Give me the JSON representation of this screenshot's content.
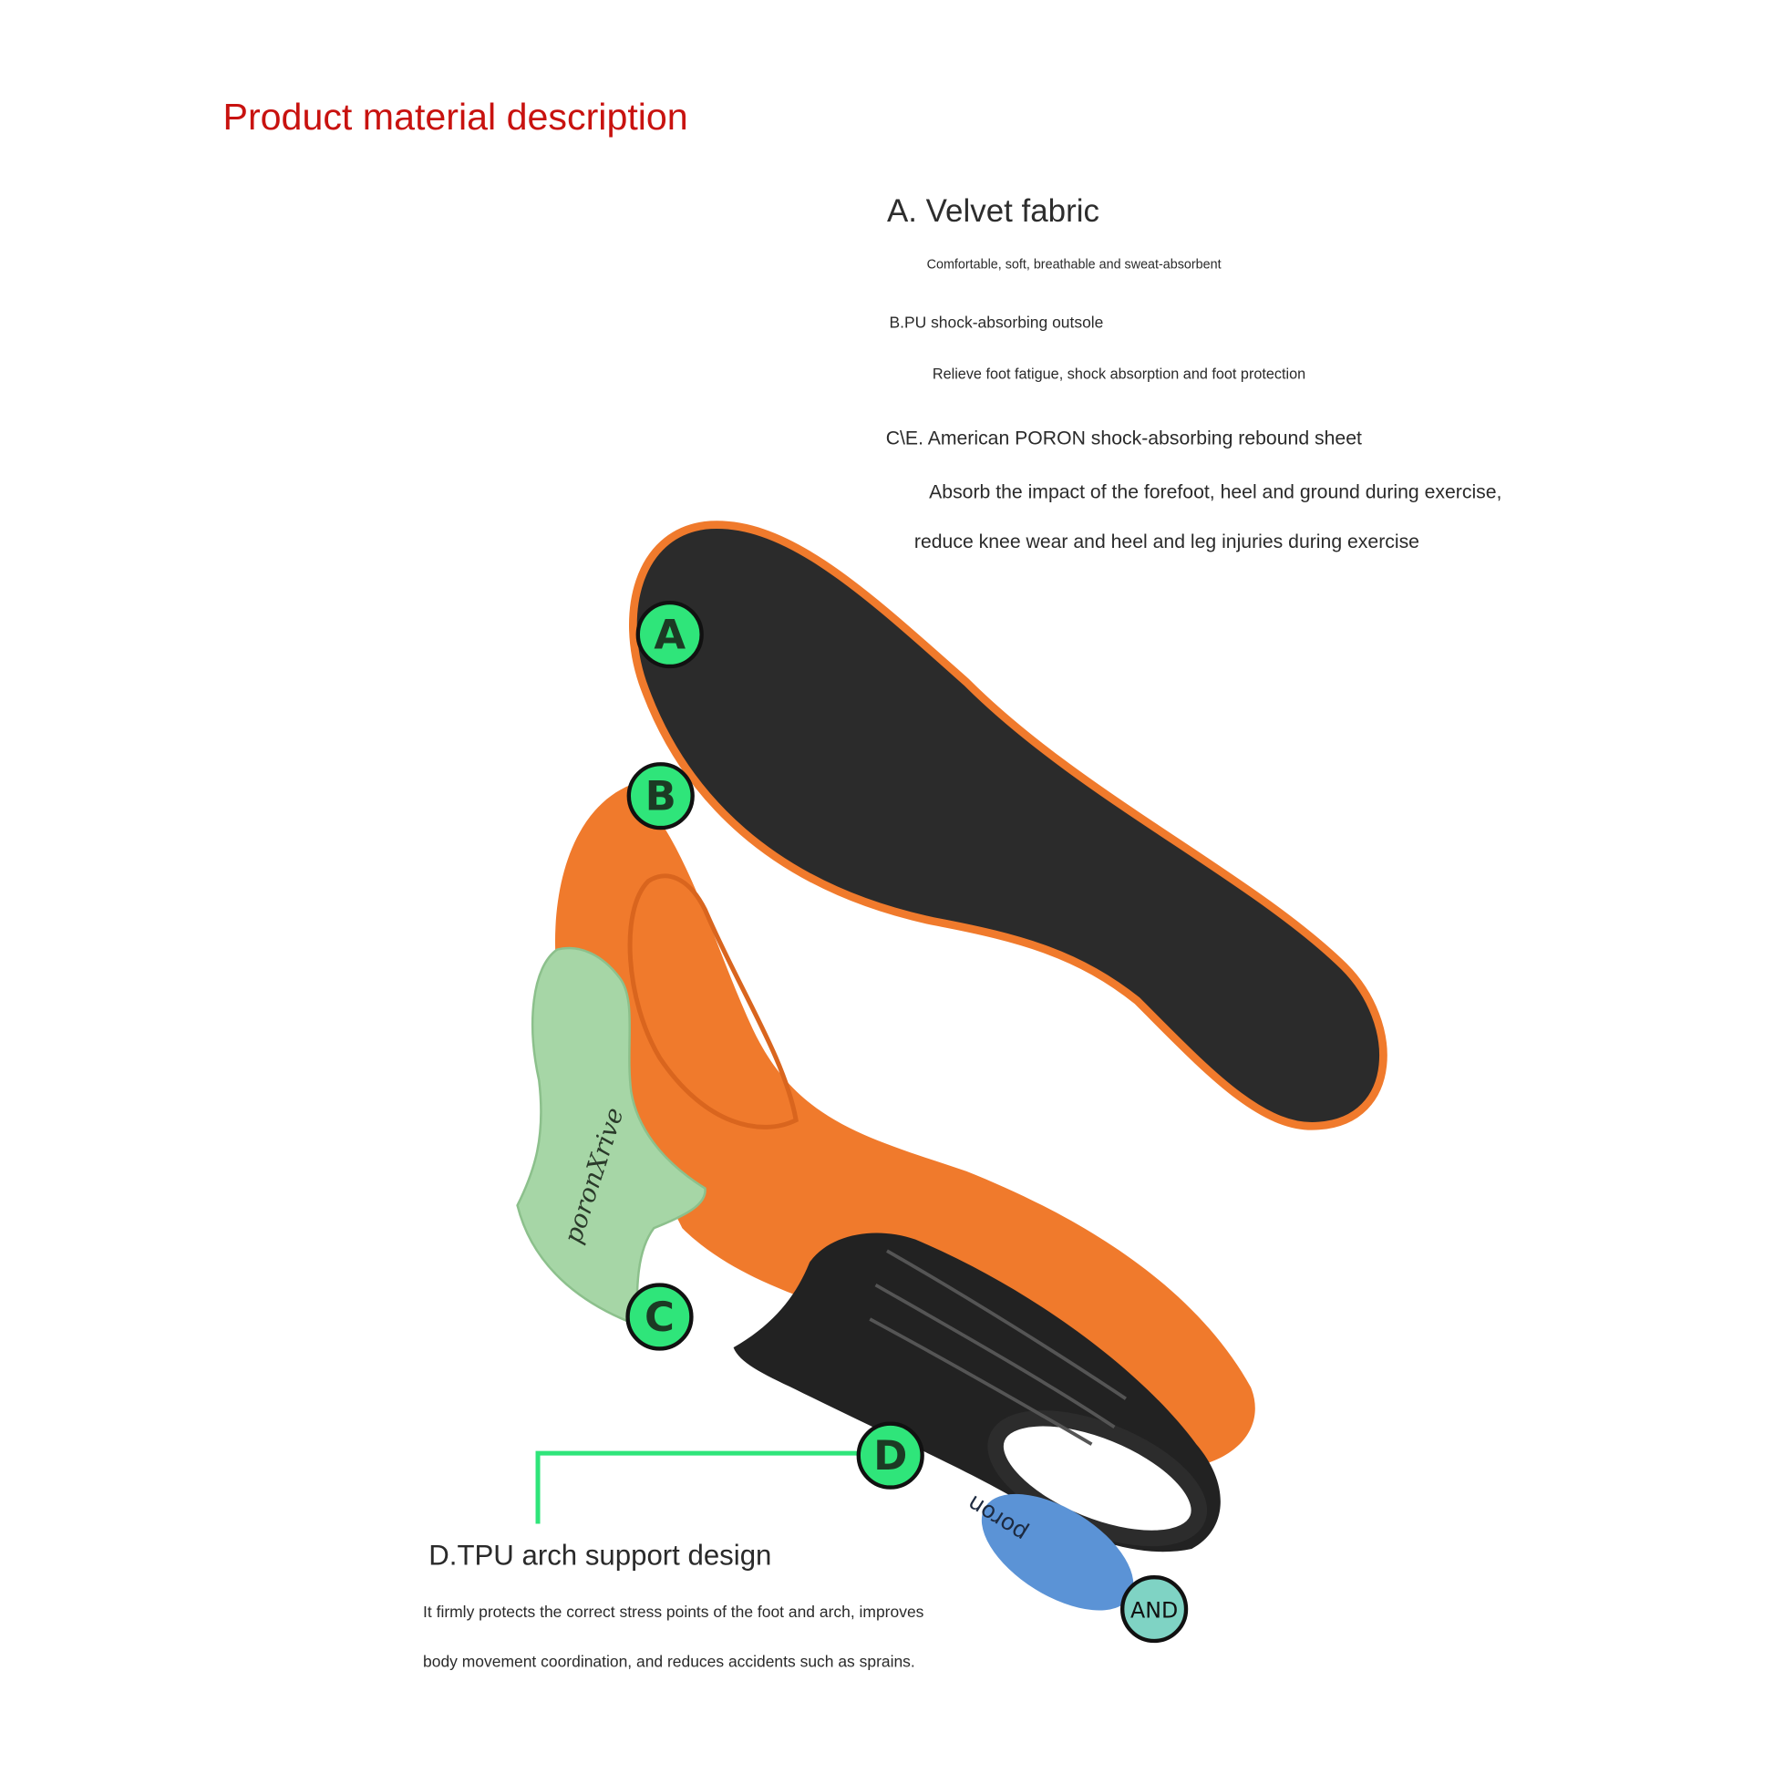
{
  "title": "Product material description",
  "sections": {
    "a": {
      "title": "A. Velvet fabric",
      "desc": "Comfortable, soft, breathable and sweat-absorbent"
    },
    "b": {
      "title": "B.PU shock-absorbing outsole",
      "desc": "Relieve foot fatigue, shock absorption and foot protection"
    },
    "c": {
      "title": "C\\E. American PORON shock-absorbing rebound sheet",
      "desc1": "Absorb the impact of the forefoot, heel and ground during exercise,",
      "desc2": "reduce knee wear and heel and leg injuries during exercise"
    },
    "d": {
      "title": "D.TPU arch support design",
      "desc1": "It firmly protects the correct stress points of the foot and arch, improves",
      "desc2": "body movement coordination, and reduces accidents such as sprains."
    }
  },
  "markers": {
    "a": "A",
    "b": "B",
    "c": "C",
    "d": "D",
    "e": "AND"
  },
  "logos": {
    "green_pad": "poronXrive",
    "blue_pad": "poron"
  },
  "colors": {
    "title": "#c8120f",
    "marker": "#2fe57a",
    "shell": "#f07a2c",
    "top": "#2a2a2a",
    "green_pad": "#a6d6a6",
    "blue_pad": "#5b93d6"
  }
}
